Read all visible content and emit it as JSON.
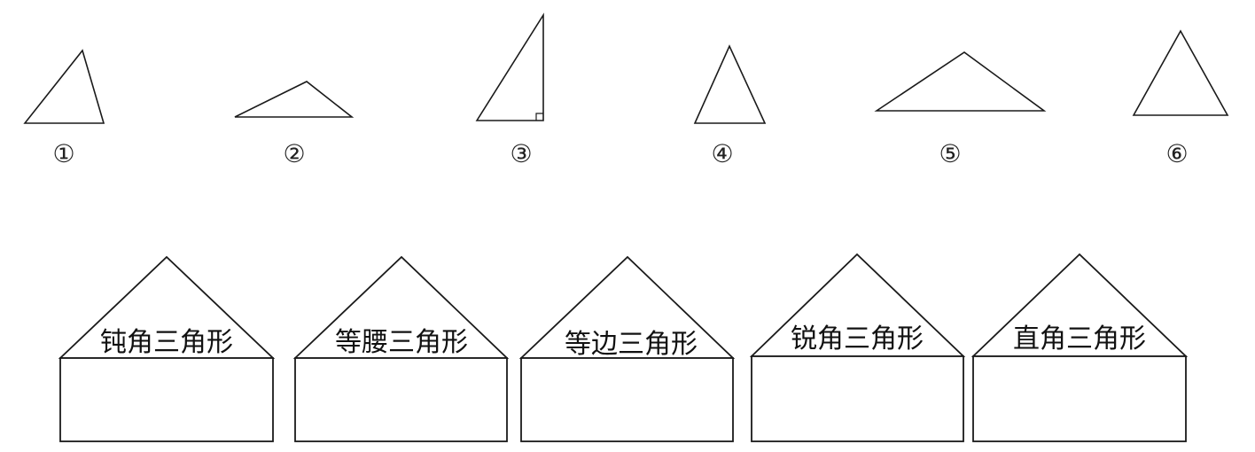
{
  "triangles": [
    {
      "label": "①"
    },
    {
      "label": "②"
    },
    {
      "label": "③"
    },
    {
      "label": "④"
    },
    {
      "label": "⑤"
    },
    {
      "label": "⑥"
    }
  ],
  "houses": [
    {
      "label": "钝角三角形"
    },
    {
      "label": "等腰三角形"
    },
    {
      "label": "等边三角形"
    },
    {
      "label": "锐角三角形"
    },
    {
      "label": "直角三角形"
    }
  ]
}
